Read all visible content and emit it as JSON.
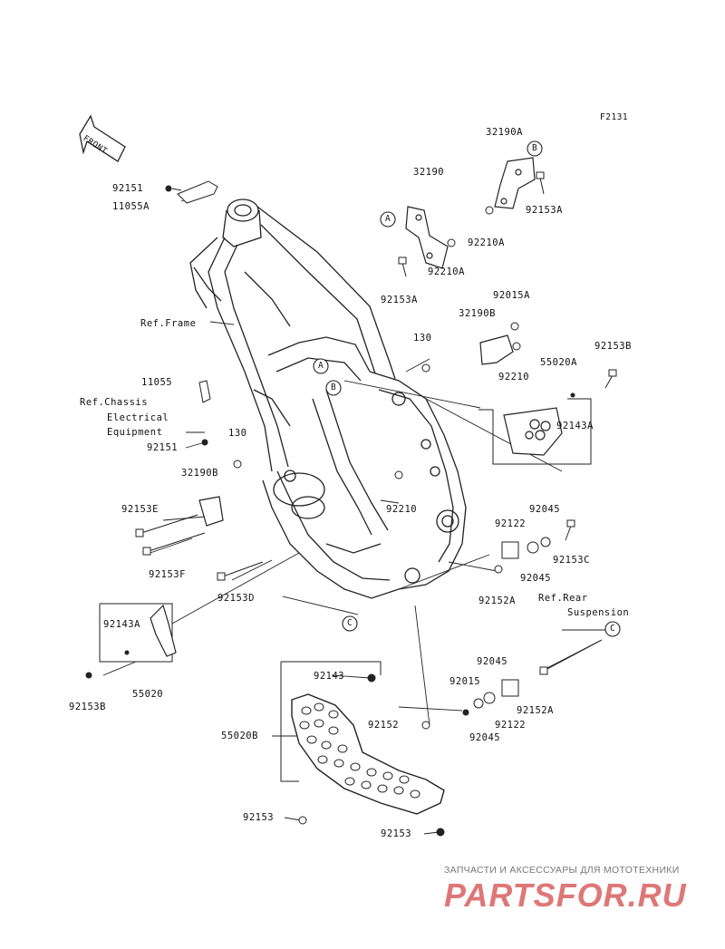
{
  "figure_code": "F2131",
  "front_marker": "FRONT",
  "callouts": {
    "A": "A",
    "B": "B",
    "C": "C"
  },
  "parts": [
    {
      "id": "p1",
      "text": "92151"
    },
    {
      "id": "p2",
      "text": "11055A"
    },
    {
      "id": "p3",
      "text": "32190"
    },
    {
      "id": "p4",
      "text": "32190A"
    },
    {
      "id": "p5",
      "text": "92153A"
    },
    {
      "id": "p6",
      "text": "92210A"
    },
    {
      "id": "p7",
      "text": "92210A"
    },
    {
      "id": "p8",
      "text": "92153A"
    },
    {
      "id": "p9",
      "text": "92015A"
    },
    {
      "id": "p10",
      "text": "32190B"
    },
    {
      "id": "p11",
      "text": "130"
    },
    {
      "id": "p12",
      "text": "92153B"
    },
    {
      "id": "p13",
      "text": "55020A"
    },
    {
      "id": "p14",
      "text": "92210"
    },
    {
      "id": "p15",
      "text": "11055"
    },
    {
      "id": "p16",
      "text": "92143A"
    },
    {
      "id": "p17",
      "text": "130"
    },
    {
      "id": "p18",
      "text": "92151"
    },
    {
      "id": "p19",
      "text": "32190B"
    },
    {
      "id": "p20",
      "text": "92210"
    },
    {
      "id": "p21",
      "text": "92045"
    },
    {
      "id": "p22",
      "text": "92122"
    },
    {
      "id": "p23",
      "text": "92153E"
    },
    {
      "id": "p24",
      "text": "92153C"
    },
    {
      "id": "p25",
      "text": "92045"
    },
    {
      "id": "p26",
      "text": "92153F"
    },
    {
      "id": "p27",
      "text": "92153D"
    },
    {
      "id": "p28",
      "text": "92152A"
    },
    {
      "id": "p29",
      "text": "92143A"
    },
    {
      "id": "p30",
      "text": "55020"
    },
    {
      "id": "p31",
      "text": "92153B"
    },
    {
      "id": "p32",
      "text": "92143"
    },
    {
      "id": "p33",
      "text": "92045"
    },
    {
      "id": "p34",
      "text": "92015"
    },
    {
      "id": "p35",
      "text": "92152A"
    },
    {
      "id": "p36",
      "text": "92152"
    },
    {
      "id": "p37",
      "text": "92122"
    },
    {
      "id": "p38",
      "text": "92045"
    },
    {
      "id": "p39",
      "text": "55020B"
    },
    {
      "id": "p40",
      "text": "92153"
    },
    {
      "id": "p41",
      "text": "92153"
    }
  ],
  "refs": {
    "frame": "Ref.Frame",
    "chassis_line1": "Ref.Chassis",
    "chassis_line2": "Electrical",
    "chassis_line3": "Equipment",
    "rear_line1": "Ref.Rear",
    "rear_line2": "Suspension"
  },
  "watermark": {
    "tagline": "ЗАПЧАСТИ И АКСЕССУАРЫ ДЛЯ МОТОТЕХНИКИ",
    "brand": "PARTSFOR.RU"
  },
  "colors": {
    "line": "#222222",
    "watermark_brand": "#d96060",
    "watermark_tagline": "#777777"
  }
}
